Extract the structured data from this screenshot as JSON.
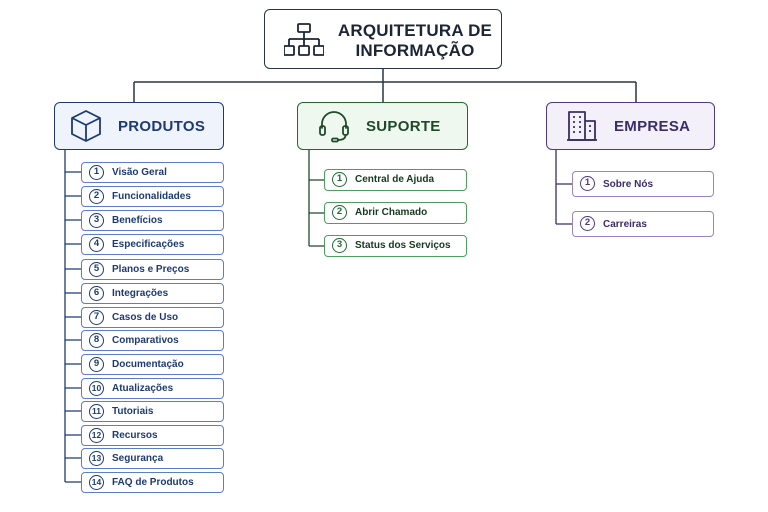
{
  "title": "ARQUITETURA DE INFORMAÇÃO",
  "icons": {
    "root": "sitemap-icon",
    "produtos": "cube-icon",
    "suporte": "headset-icon",
    "empresa": "building-icon"
  },
  "colors": {
    "produtos": "#1d3a74",
    "produtos_bg": "#eef3fc",
    "suporte": "#1f6b31",
    "suporte_bg": "#eef8ef",
    "empresa": "#4e3a86",
    "empresa_bg": "#f3f0fa"
  },
  "categories": [
    {
      "label": "PRODUTOS",
      "items": [
        {
          "num": "1",
          "label": "Visão Geral"
        },
        {
          "num": "2",
          "label": "Funcionalidades"
        },
        {
          "num": "3",
          "label": "Benefícios"
        },
        {
          "num": "4",
          "label": "Especificações"
        },
        {
          "num": "5",
          "label": "Planos e Preços"
        },
        {
          "num": "6",
          "label": "Integrações"
        },
        {
          "num": "7",
          "label": "Casos de Uso"
        },
        {
          "num": "8",
          "label": "Comparativos"
        },
        {
          "num": "9",
          "label": "Documentação"
        },
        {
          "num": "10",
          "label": "Atualizações"
        },
        {
          "num": "11",
          "label": "Tutoriais"
        },
        {
          "num": "12",
          "label": "Recursos"
        },
        {
          "num": "13",
          "label": "Segurança"
        },
        {
          "num": "14",
          "label": "FAQ de Produtos"
        }
      ]
    },
    {
      "label": "SUPORTE",
      "items": [
        {
          "num": "1",
          "label": "Central de Ajuda"
        },
        {
          "num": "2",
          "label": "Abrir Chamado"
        },
        {
          "num": "3",
          "label": "Status dos Serviços"
        }
      ]
    },
    {
      "label": "EMPRESA",
      "items": [
        {
          "num": "1",
          "label": "Sobre Nós"
        },
        {
          "num": "2",
          "label": "Carreiras"
        }
      ]
    }
  ]
}
